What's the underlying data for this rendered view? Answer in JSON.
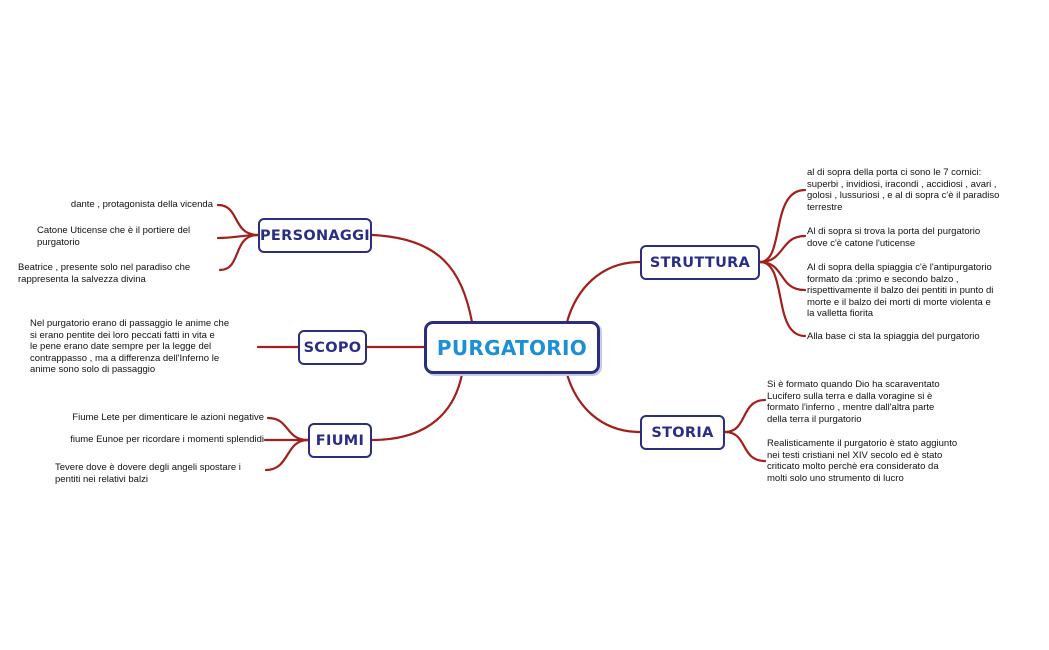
{
  "central": "PURGATORIO",
  "topics": {
    "personaggi": "PERSONAGGI",
    "scopo": "SCOPO",
    "fiumi": "FIUMI",
    "struttura": "STRUTTURA",
    "storia": "STORIA"
  },
  "personaggi": [
    "dante , protagonista della vicenda",
    "Catone Uticense che è il portiere del\npurgatorio",
    "Beatrice , presente solo nel paradiso che\nrappresenta la salvezza divina"
  ],
  "scopo": [
    "Nel purgatorio erano di passaggio le anime che\nsi erano pentite dei loro peccati fatti in vita e\nle pene erano date sempre per la legge del\ncontrappasso , ma a differenza dell'Inferno le\nanime sono solo di passaggio"
  ],
  "fiumi": [
    "Fiume Lete per dimenticare le azioni negative",
    "fiume Eunoe per ricordare i momenti splendidi",
    "Tevere dove è dovere degli angeli spostare i\npentiti nei relativi balzi"
  ],
  "struttura": [
    "al di sopra della porta ci sono le 7 cornici:\nsuperbi , invidiosi, iracondi , accidiosi , avari ,\ngolosi , lussuriosi , e al di sopra c'è il paradiso\nterrestre",
    "Al di sopra si trova la porta del purgatorio\ndove c'è catone l'uticense",
    "Al di sopra della spiaggia c'è l'antipurgatorio\nformato da :primo e secondo balzo ,\nrispettivamente il balzo dei pentiti in punto di\nmorte e il balzo dei morti di morte violenta e\nla valletta fiorita",
    "Alla base ci sta la spiaggia del purgatorio"
  ],
  "storia": [
    "Si è formato quando Dio ha scaraventato\nLucifero sulla terra e dalla voragine si è\nformato l'inferno , mentre dall'altra parte\ndella terra il purgatorio",
    "Realisticamente il purgatorio è stato aggiunto\nnei testi cristiani nel XIV secolo ed è stato\ncriticato molto perchè era considerato da\nmolti solo uno strumento di lucro"
  ],
  "colors": {
    "branch": "#a0201c",
    "node_border": "#2b2d7e",
    "topic_text": "#2a2d86",
    "central_text": "#1d8fd6"
  }
}
